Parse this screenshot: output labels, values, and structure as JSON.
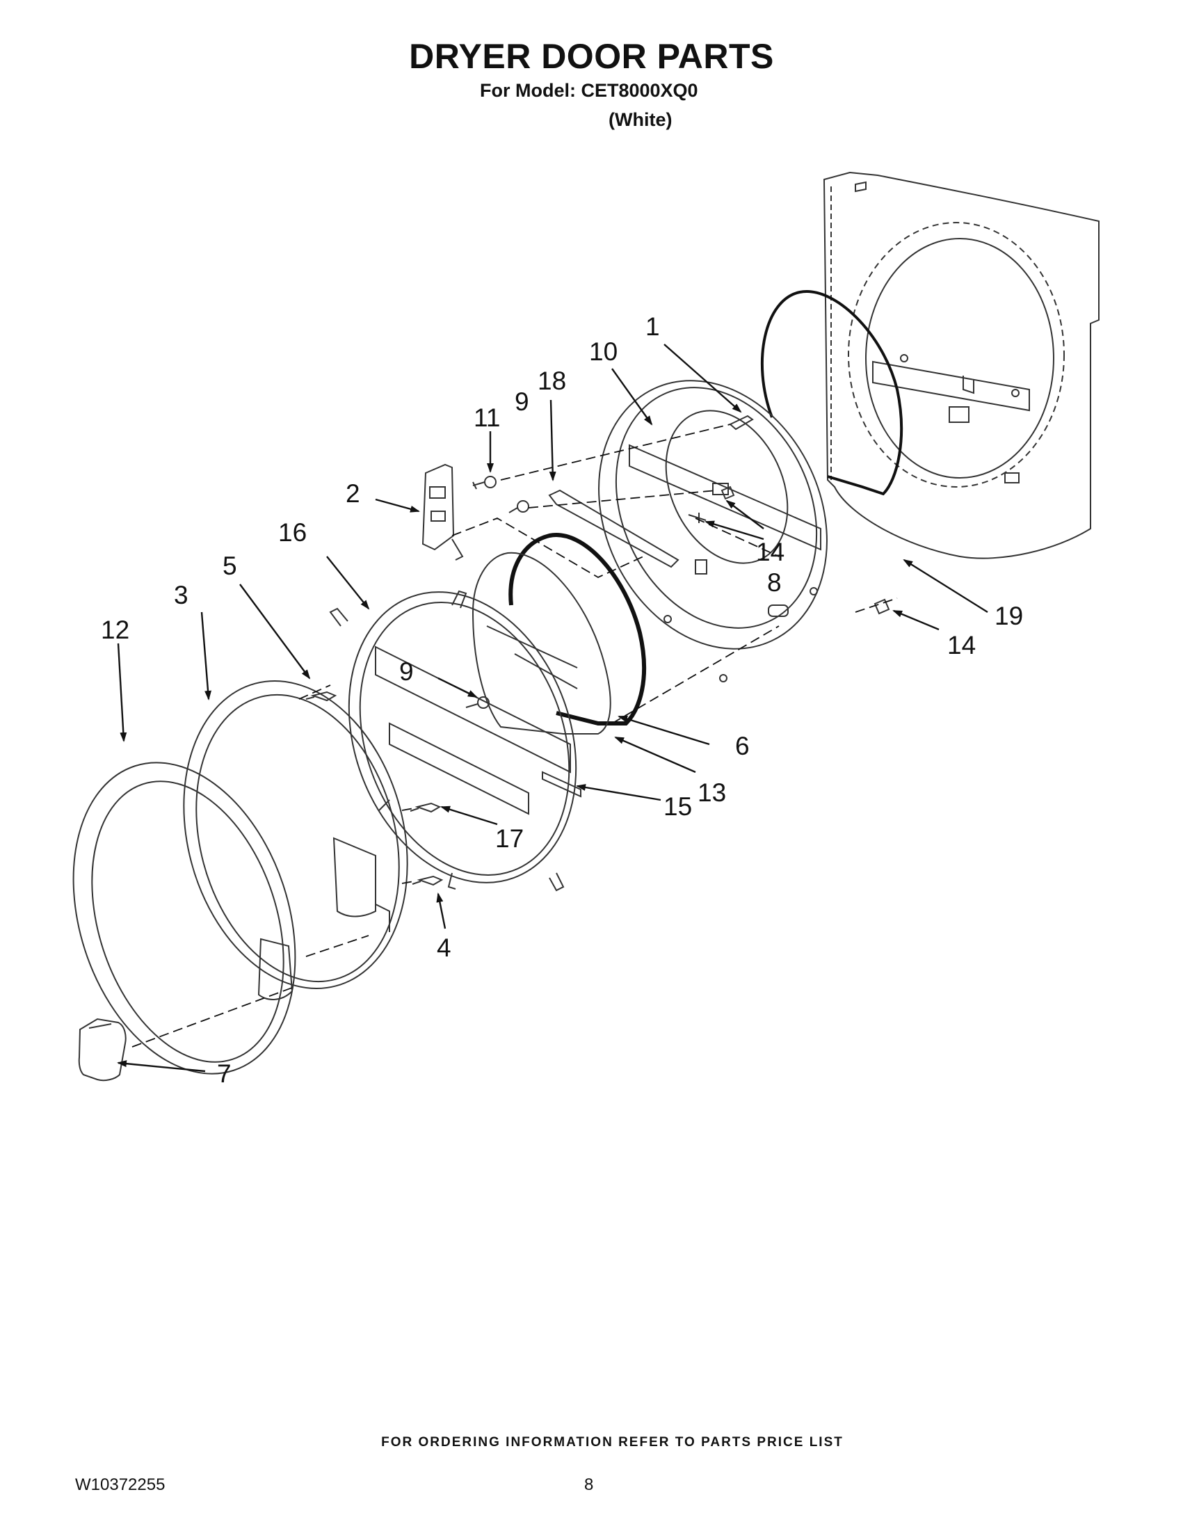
{
  "header": {
    "title": "DRYER DOOR PARTS",
    "model_line": "For Model: CET8000XQ0",
    "color_line": "(White)"
  },
  "callouts": {
    "c1": "1",
    "c2": "2",
    "c3": "3",
    "c4": "4",
    "c5": "5",
    "c6": "6",
    "c7": "7",
    "c8": "8",
    "c9a": "9",
    "c9b": "9",
    "c10": "10",
    "c11": "11",
    "c12": "12",
    "c13": "13",
    "c14a": "14",
    "c14b": "14",
    "c15": "15",
    "c16": "16",
    "c17": "17",
    "c18": "18",
    "c19": "19"
  },
  "footer": {
    "ordering_note": "FOR ORDERING INFORMATION REFER TO PARTS PRICE LIST",
    "doc_number": "W10372255",
    "page_number": "8"
  }
}
